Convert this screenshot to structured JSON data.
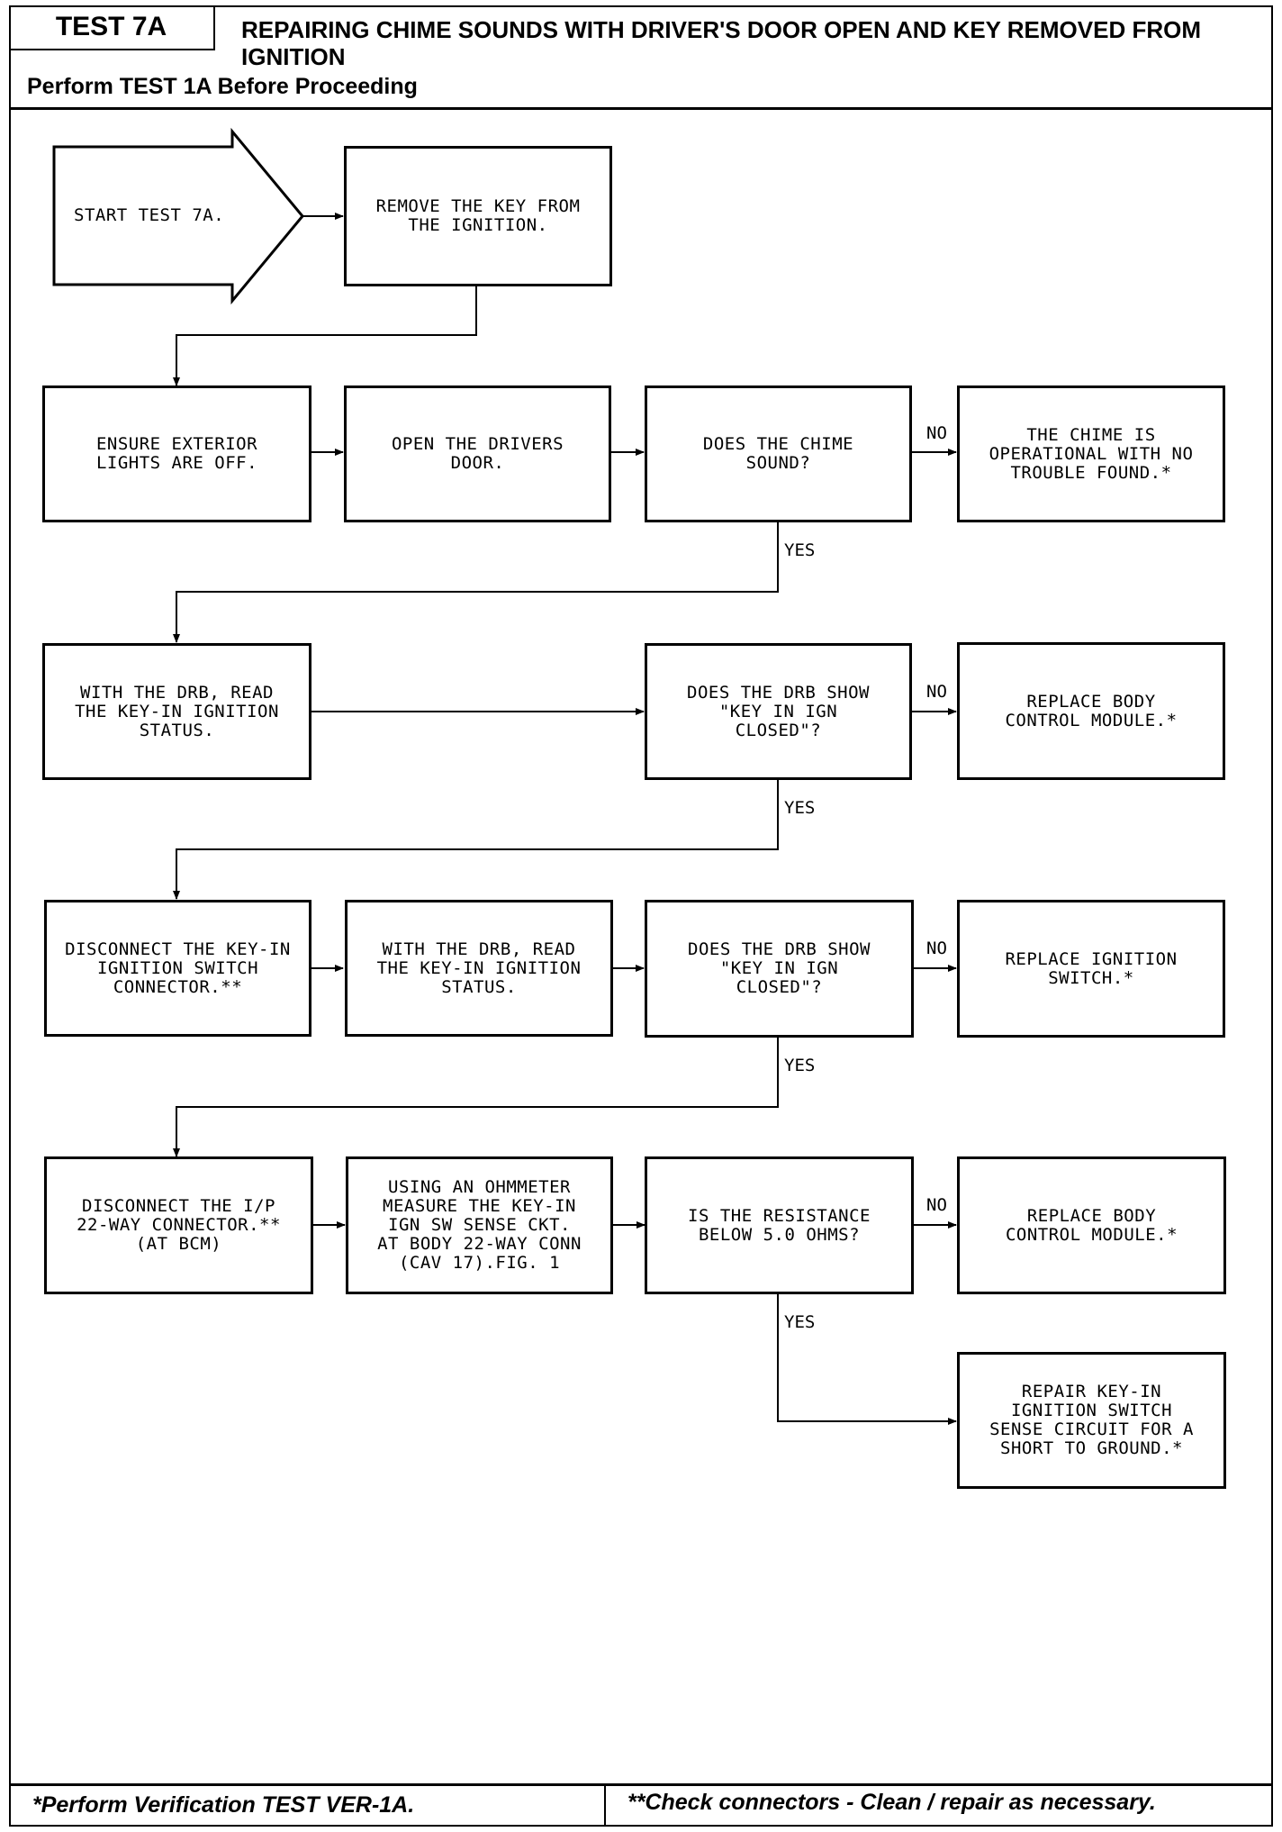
{
  "header": {
    "test_id": "TEST 7A",
    "title": "REPAIRING CHIME SOUNDS WITH DRIVER'S DOOR OPEN AND KEY REMOVED FROM IGNITION",
    "subtitle": "Perform TEST 1A Before Proceeding"
  },
  "flow": {
    "start": "START TEST 7A.",
    "step_remove_key": "REMOVE THE KEY FROM\nTHE IGNITION.",
    "step_lights_off": "ENSURE EXTERIOR\nLIGHTS ARE OFF.",
    "step_open_door": "OPEN THE DRIVERS\nDOOR.",
    "q_chime": "DOES THE CHIME\nSOUND?",
    "r_no_trouble": "THE CHIME IS\nOPERATIONAL WITH NO\nTROUBLE FOUND.*",
    "step_drb_read_1": "WITH THE DRB, READ\nTHE KEY-IN IGNITION\nSTATUS.",
    "q_drb_1": "DOES THE DRB SHOW\n\"KEY IN IGN\nCLOSED\"?",
    "r_replace_bcm_1": "REPLACE BODY\nCONTROL MODULE.*",
    "step_disconnect_ign": "DISCONNECT THE KEY-IN\nIGNITION SWITCH\nCONNECTOR.**",
    "step_drb_read_2": "WITH THE DRB, READ\nTHE KEY-IN IGNITION\nSTATUS.",
    "q_drb_2": "DOES THE DRB SHOW\n\"KEY IN IGN\nCLOSED\"?",
    "r_replace_ign_switch": "REPLACE IGNITION\nSWITCH.*",
    "step_disconnect_ip": "DISCONNECT THE I/P\n22-WAY CONNECTOR.**\n(AT BCM)",
    "step_ohmmeter": "USING AN OHMMETER\nMEASURE THE KEY-IN\nIGN SW SENSE CKT.\nAT BODY 22-WAY CONN\n(CAV 17).FIG. 1",
    "q_resistance": "IS THE RESISTANCE\nBELOW 5.0 OHMS?",
    "r_replace_bcm_2": "REPLACE BODY\nCONTROL MODULE.*",
    "r_repair_short": "REPAIR KEY-IN\nIGNITION SWITCH\nSENSE CIRCUIT FOR A\nSHORT TO GROUND.*",
    "label_no": "NO",
    "label_yes": "YES"
  },
  "footer": {
    "note_verification": "*Perform Verification TEST VER-1A.",
    "note_connectors": "**Check connectors - Clean / repair as necessary."
  }
}
